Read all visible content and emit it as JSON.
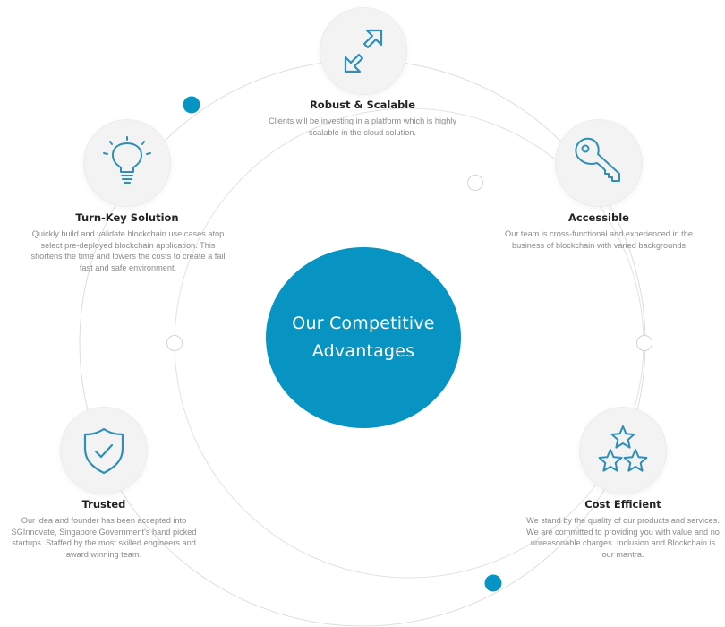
{
  "center": {
    "line1": "Our Competitive",
    "line2": "Advantages"
  },
  "colors": {
    "accent": "#0794c2",
    "icon_stroke": "#2f8fb5",
    "ring": "#dddddd",
    "icon_bg": "#f3f3f3",
    "title": "#222222",
    "desc": "#8a8a8a"
  },
  "features": {
    "robust": {
      "icon": "expand-arrows-icon",
      "title": "Robust & Scalable",
      "desc": "Clients will be investing in a platform which is highly scalable in the cloud solution."
    },
    "turnkey": {
      "icon": "lightbulb-icon",
      "title": "Turn-Key Solution",
      "desc": "Quickly build and validate blockchain use cases atop select pre-deployed blockchain application. This shortens the time and lowers the costs to create a fail fast and safe environment."
    },
    "accessible": {
      "icon": "key-icon",
      "title": "Accessible",
      "desc": "Our team is cross-functional and experienced in the business of blockchain with varied backgrounds"
    },
    "trusted": {
      "icon": "shield-check-icon",
      "title": "Trusted",
      "desc": "Our idea and founder has been accepted into SGInnovate, Singapore Government's hand picked startups. Staffed by the most skilled engineers and award winning team."
    },
    "cost": {
      "icon": "stars-icon",
      "title": "Cost Efficient",
      "desc": "We stand by the quality of our products and services. We are committed to providing you with value and no unreasonable charges. Inclusion and Blockchain is our mantra."
    }
  }
}
